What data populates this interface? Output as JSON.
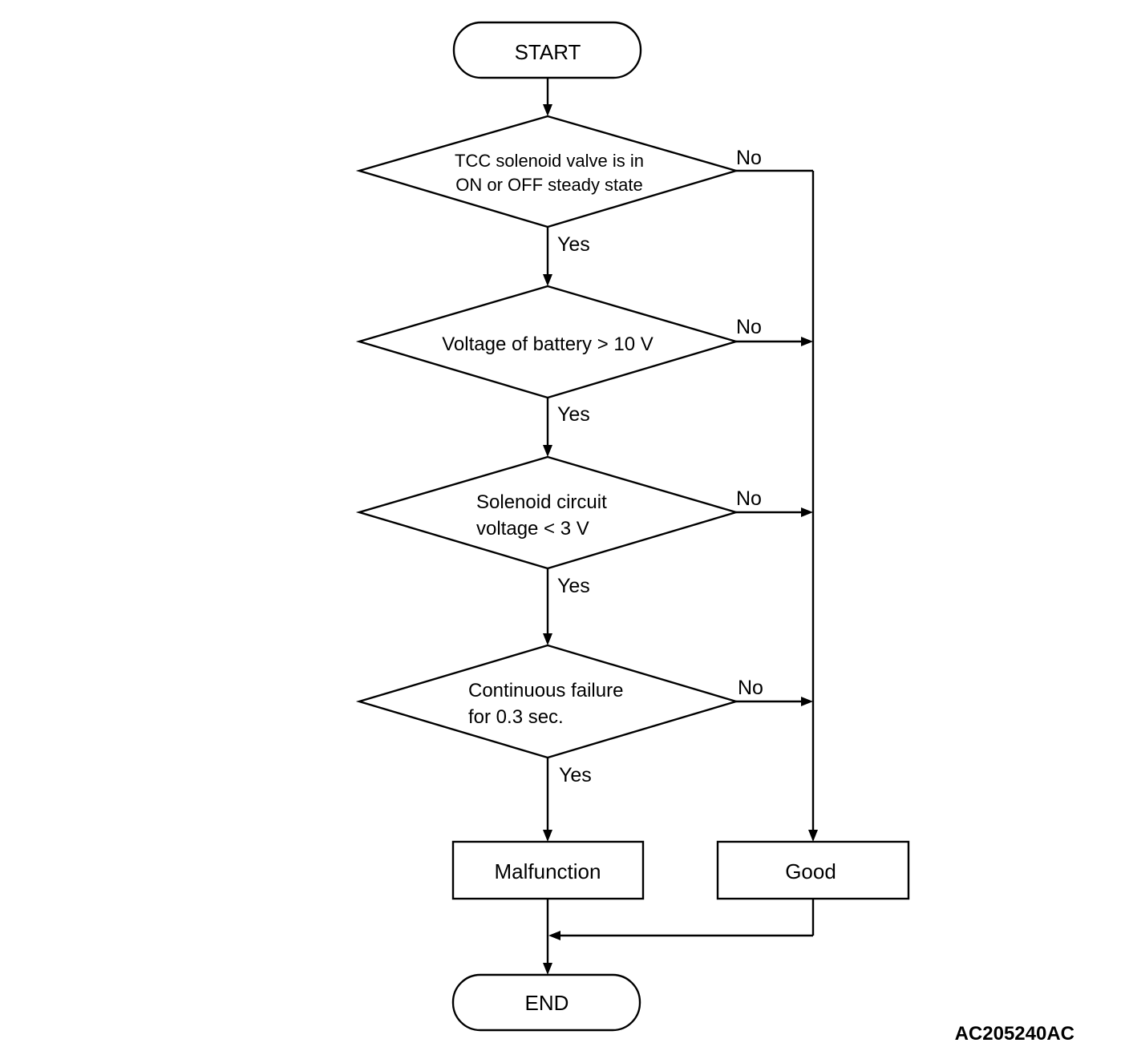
{
  "terminals": {
    "start": "START",
    "end": "END"
  },
  "decisions": [
    {
      "line1": "TCC solenoid valve is in",
      "line2": "ON or OFF steady state",
      "yes": "Yes",
      "no": "No"
    },
    {
      "line1": "Voltage of battery > 10 V",
      "line2": "",
      "yes": "Yes",
      "no": "No"
    },
    {
      "line1": "Solenoid circuit",
      "line2": "voltage < 3 V",
      "yes": "Yes",
      "no": "No"
    },
    {
      "line1": "Continuous failure",
      "line2": "for 0.3 sec.",
      "yes": "Yes",
      "no": "No"
    }
  ],
  "outcomes": {
    "malfunction": "Malfunction",
    "good": "Good"
  },
  "figure_code": "AC205240AC"
}
